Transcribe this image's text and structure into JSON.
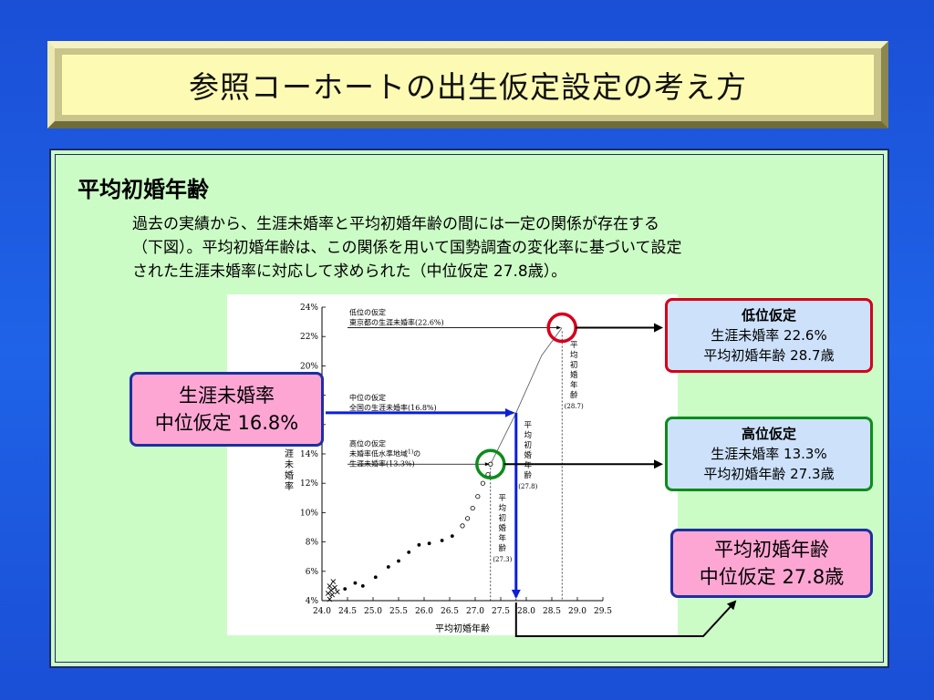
{
  "title": "参照コーホートの出生仮定設定の考え方",
  "section_heading": "平均初婚年齢",
  "description_lines": [
    "過去の実績から、生涯未婚率と平均初婚年齢の間には一定の関係が存在する",
    "（下図）。平均初婚年齢は、この関係を用いて国勢調査の変化率に基づいて設定",
    "された生涯未婚率に対応して求められた（中位仮定 27.8歳）。"
  ],
  "callouts": {
    "low": {
      "head": "低位仮定",
      "line1": "生涯未婚率 22.6%",
      "line2": "平均初婚年齢 28.7歳"
    },
    "high": {
      "head": "高位仮定",
      "line1": "生涯未婚率 13.3%",
      "line2": "平均初婚年齢 27.3歳"
    },
    "left": {
      "line1": "生涯未婚率",
      "line2": "中位仮定 16.8%"
    },
    "right": {
      "line1": "平均初婚年齢",
      "line2": "中位仮定 27.8歳"
    }
  },
  "colors": {
    "red": "#d4001a",
    "green": "#0d8c1c",
    "blue": "#0a1ee0",
    "pink": "#fda6d4",
    "lightblue": "#cde1fb"
  },
  "chart_data": {
    "type": "scatter",
    "xlabel": "平均初婚年齢",
    "ylabel": "生涯未婚率",
    "xlim": [
      24.0,
      29.5
    ],
    "ylim": [
      4,
      24
    ],
    "x_ticks": [
      "24.0",
      "24.5",
      "25.0",
      "25.5",
      "26.0",
      "26.5",
      "27.0",
      "27.5",
      "28.0",
      "28.5",
      "29.0",
      "29.5"
    ],
    "y_ticks": [
      "4%",
      "6%",
      "8%",
      "10%",
      "12%",
      "14%",
      "16%",
      "18%",
      "20%",
      "22%",
      "24%"
    ],
    "series": [
      {
        "marker": "x",
        "points": [
          [
            24.15,
            4.1
          ],
          [
            24.18,
            4.7
          ],
          [
            24.22,
            5.3
          ],
          [
            24.15,
            5.0
          ],
          [
            24.2,
            4.4
          ],
          [
            24.25,
            4.9
          ],
          [
            24.12,
            4.5
          ],
          [
            24.3,
            4.6
          ]
        ]
      },
      {
        "marker": "dot",
        "points": [
          [
            24.45,
            4.8
          ],
          [
            24.65,
            5.2
          ],
          [
            24.8,
            5.0
          ],
          [
            25.05,
            5.6
          ],
          [
            25.3,
            6.3
          ],
          [
            25.5,
            6.7
          ],
          [
            25.7,
            7.3
          ],
          [
            25.9,
            7.8
          ],
          [
            26.1,
            7.9
          ],
          [
            26.35,
            8.1
          ],
          [
            26.55,
            8.4
          ]
        ]
      },
      {
        "marker": "circle",
        "points": [
          [
            26.75,
            9.1
          ],
          [
            26.85,
            9.6
          ],
          [
            26.95,
            10.3
          ],
          [
            27.05,
            11.1
          ],
          [
            27.15,
            12.0
          ],
          [
            27.25,
            12.6
          ],
          [
            27.3,
            13.3
          ]
        ]
      }
    ],
    "curve": [
      [
        27.3,
        13.3
      ],
      [
        27.8,
        16.8
      ],
      [
        28.3,
        20.7
      ],
      [
        28.7,
        22.6
      ]
    ],
    "annotations": [
      {
        "label": "低位の仮定",
        "sub": "東京都の生涯未婚率(22.6%)",
        "x": 28.7,
        "y": 22.6
      },
      {
        "label": "中位の仮定",
        "sub": "全国の生涯未婚率(16.8%)",
        "x": 27.8,
        "y": 16.8
      },
      {
        "label": "高位の仮定",
        "sub1": "未婚率低水準地域",
        "sup": "1)",
        "sub2": "の",
        "sub3": "生涯未婚率(13.3%)",
        "x": 27.3,
        "y": 13.3
      }
    ],
    "vertical_labels": [
      {
        "text": "平均初婚年齢",
        "value": "(28.7)",
        "x": 28.7
      },
      {
        "text": "平均初婚年齢",
        "value": "(27.8)",
        "x": 27.8
      },
      {
        "text": "平均初婚年齢",
        "value": "(27.3)",
        "x": 27.3
      }
    ]
  }
}
